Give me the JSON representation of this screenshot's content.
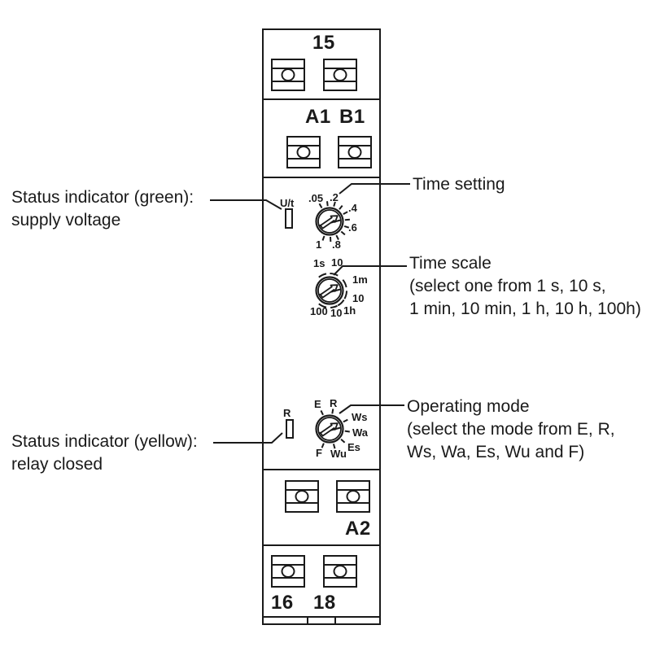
{
  "device": {
    "terminal_top": {
      "label": "15"
    },
    "terminal_a1b1": {
      "a1": "A1",
      "b1": "B1"
    },
    "panel": {
      "green_led_label": "U/t",
      "yellow_led_label": "R",
      "time_setting_dial": {
        "labels": [
          ".05",
          ".2",
          ".4",
          ".6",
          ".8",
          "1"
        ]
      },
      "time_scale_dial": {
        "labels": [
          "1s",
          "10",
          "1m",
          "10",
          "1h",
          "10",
          "100"
        ]
      },
      "operating_mode_dial": {
        "labels": [
          "E",
          "R",
          "Ws",
          "Wa",
          "Es",
          "Wu",
          "F"
        ]
      }
    },
    "terminal_a2": {
      "label": "A2"
    },
    "terminal_out": {
      "t16": "16",
      "t18": "18"
    }
  },
  "annotations": {
    "green_status": [
      "Status indicator (green):",
      "supply voltage"
    ],
    "yellow_status": [
      "Status indicator (yellow):",
      "relay closed"
    ],
    "time_setting": [
      "Time setting"
    ],
    "time_scale": [
      "Time scale",
      "(select one from 1 s, 10 s,",
      "1 min, 10 min, 1 h, 10 h, 100h)"
    ],
    "operating_mode": [
      "Operating mode",
      "(select the mode from E, R,",
      "Ws, Wa, Es, Wu and F)"
    ]
  },
  "colors": {
    "line": "#1a1a1a",
    "background": "#ffffff"
  }
}
